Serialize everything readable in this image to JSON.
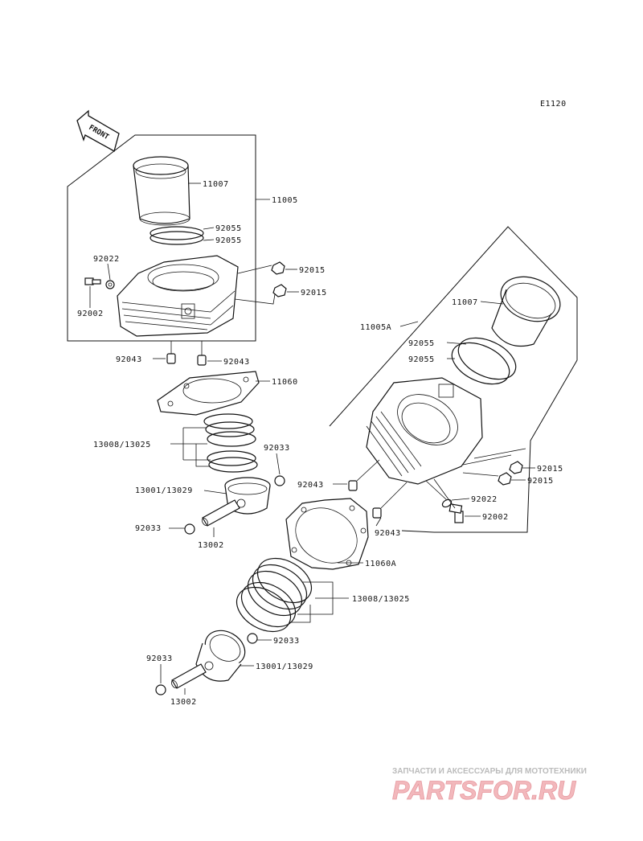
{
  "diagram_code": "E1120",
  "front_label": "FRONT",
  "parts": {
    "p11007_a": "11007",
    "p11005": "11005",
    "p92055_a": "92055",
    "p92055_b": "92055",
    "p92022_a": "92022",
    "p92002_a": "92002",
    "p92015_a": "92015",
    "p92015_b": "92015",
    "p92043_a": "92043",
    "p92043_b": "92043",
    "p11060": "11060",
    "p13008_a": "13008/13025",
    "p92033_a": "92033",
    "p13001_a": "13001/13029",
    "p92033_b": "92033",
    "p13002_a": "13002",
    "p11007_b": "11007",
    "p11005a": "11005A",
    "p92055_c": "92055",
    "p92055_d": "92055",
    "p92015_c": "92015",
    "p92015_d": "92015",
    "p92043_c": "92043",
    "p92022_b": "92022",
    "p92002_b": "92002",
    "p92043_d": "92043",
    "p11060a": "11060A",
    "p13008_b": "13008/13025",
    "p92033_c": "92033",
    "p92033_d": "92033",
    "p13001_b": "13001/13029",
    "p13002_b": "13002"
  },
  "watermark": {
    "tagline": "ЗАПЧАСТИ И АКСЕССУАРЫ ДЛЯ МОТОТЕХНИКИ",
    "logo": "PARTSFOR.RU"
  }
}
